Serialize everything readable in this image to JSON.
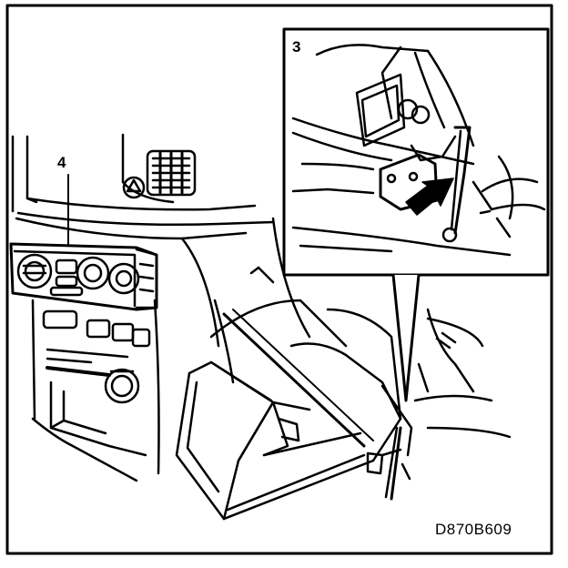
{
  "callouts": {
    "inset": "3",
    "control_panel": "4"
  },
  "figure_code": "D870B609",
  "colors": {
    "ink": "#000000",
    "paper": "#ffffff"
  }
}
